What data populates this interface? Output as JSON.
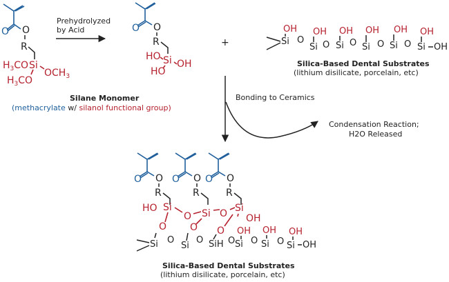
{
  "diagram": {
    "colors": {
      "methacrylate": "#1f5f9c",
      "silanol": "#b5212e",
      "neutral": "#222222"
    },
    "step1_arrow_label": [
      "Prehydrolyzed",
      "by Acid"
    ],
    "plus_sign": "+",
    "silane_monomer": {
      "title": "Silane Monomer",
      "subtitle_open": "(",
      "subtitle_part1": "methacrylate",
      "subtitle_part2": " w/ ",
      "subtitle_part3": "silanol functional group",
      "subtitle_close": ")",
      "atoms": {
        "o": "O",
        "r": "R",
        "si": "Si",
        "h3co_a": "H",
        "h3co_b": "3",
        "h3co_c": "CO",
        "och3_a": "OCH",
        "och3_b": "3"
      }
    },
    "hydrolyzed": {
      "atoms": {
        "o": "O",
        "r": "R",
        "si": "Si",
        "ho": "HO",
        "oh": "OH"
      }
    },
    "substrate_top": {
      "title": "Silica-Based Dental Substrates",
      "subtitle": "(lithium disilicate, porcelain, etc)",
      "atoms": {
        "si": "Si",
        "o": "O",
        "oh": "OH"
      }
    },
    "bonding_label": "Bonding to Ceramics",
    "condensation_label": [
      "Condensation Reaction;",
      "H2O Released"
    ],
    "product": {
      "atoms": {
        "o": "O",
        "r": "R",
        "si": "Si",
        "sih": "SiH",
        "ho": "HO",
        "oh": "OH"
      }
    },
    "substrate_bottom": {
      "title": "Silica-Based Dental Substrates",
      "subtitle": "(lithium disilicate, porcelain, etc)"
    }
  }
}
